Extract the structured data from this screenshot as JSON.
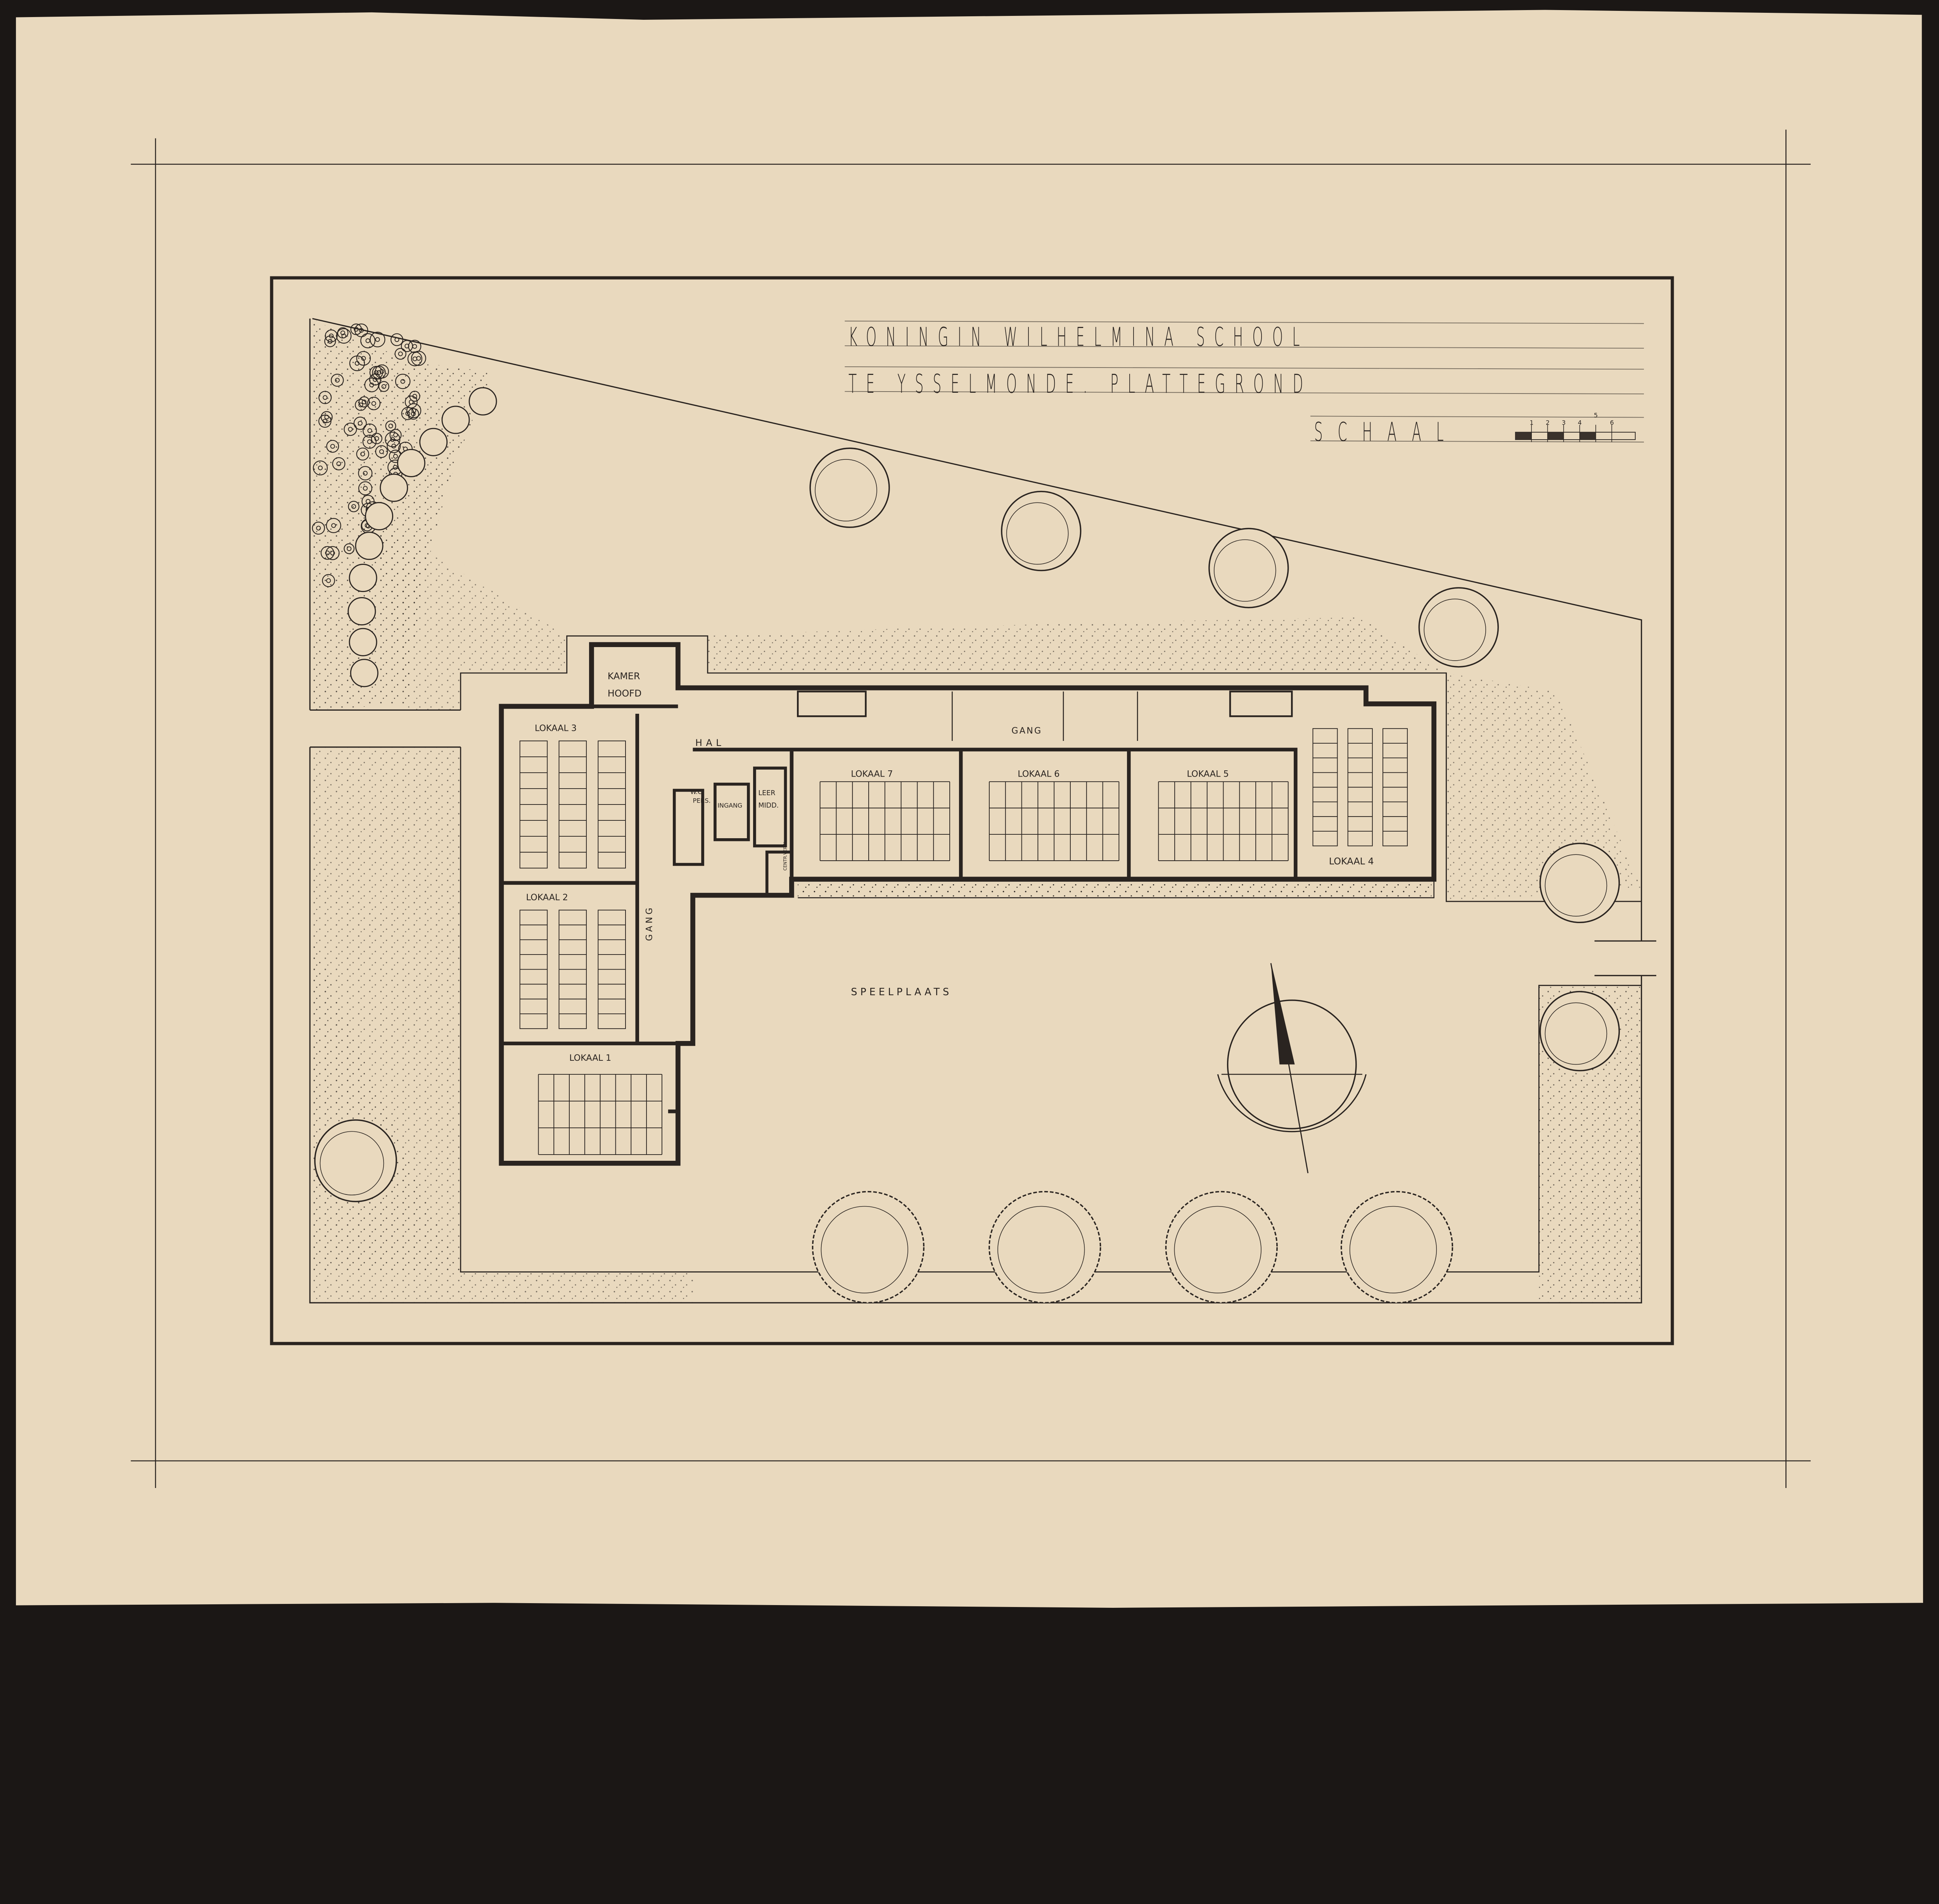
{
  "title": {
    "line1": "KONINGIN WILHELMINA SCHOOL",
    "line2": "TE YSSELMONDE. PLATTEGROND",
    "scale_label": "SCHAAL",
    "scale_ticks": [
      "1",
      "2",
      "3",
      "4",
      "5",
      "6"
    ]
  },
  "rooms": {
    "kamer_hoofd_1": "KAMER",
    "kamer_hoofd_2": "HOOFD",
    "hal": "HAL",
    "gang_main": "GANG",
    "gang_side": "GANG",
    "wc_1": "W.C.",
    "wc_2": "PERS.",
    "ingang": "INGANG",
    "leer_1": "LEER",
    "leer_2": "MIDD.",
    "centr_verw": "CENTR.VERW.",
    "lokaal_1": "LOKAAL 1",
    "lokaal_2": "LOKAAL 2",
    "lokaal_3": "LOKAAL 3",
    "lokaal_4": "LOKAAL 4",
    "lokaal_5": "LOKAAL 5",
    "lokaal_6": "LOKAAL 6",
    "lokaal_7": "LOKAAL 7",
    "speelplaats": "SPEELPLAATS"
  },
  "colors": {
    "paper": "#e9d9be",
    "ink": "#2a2420",
    "background": "#1b1715"
  }
}
